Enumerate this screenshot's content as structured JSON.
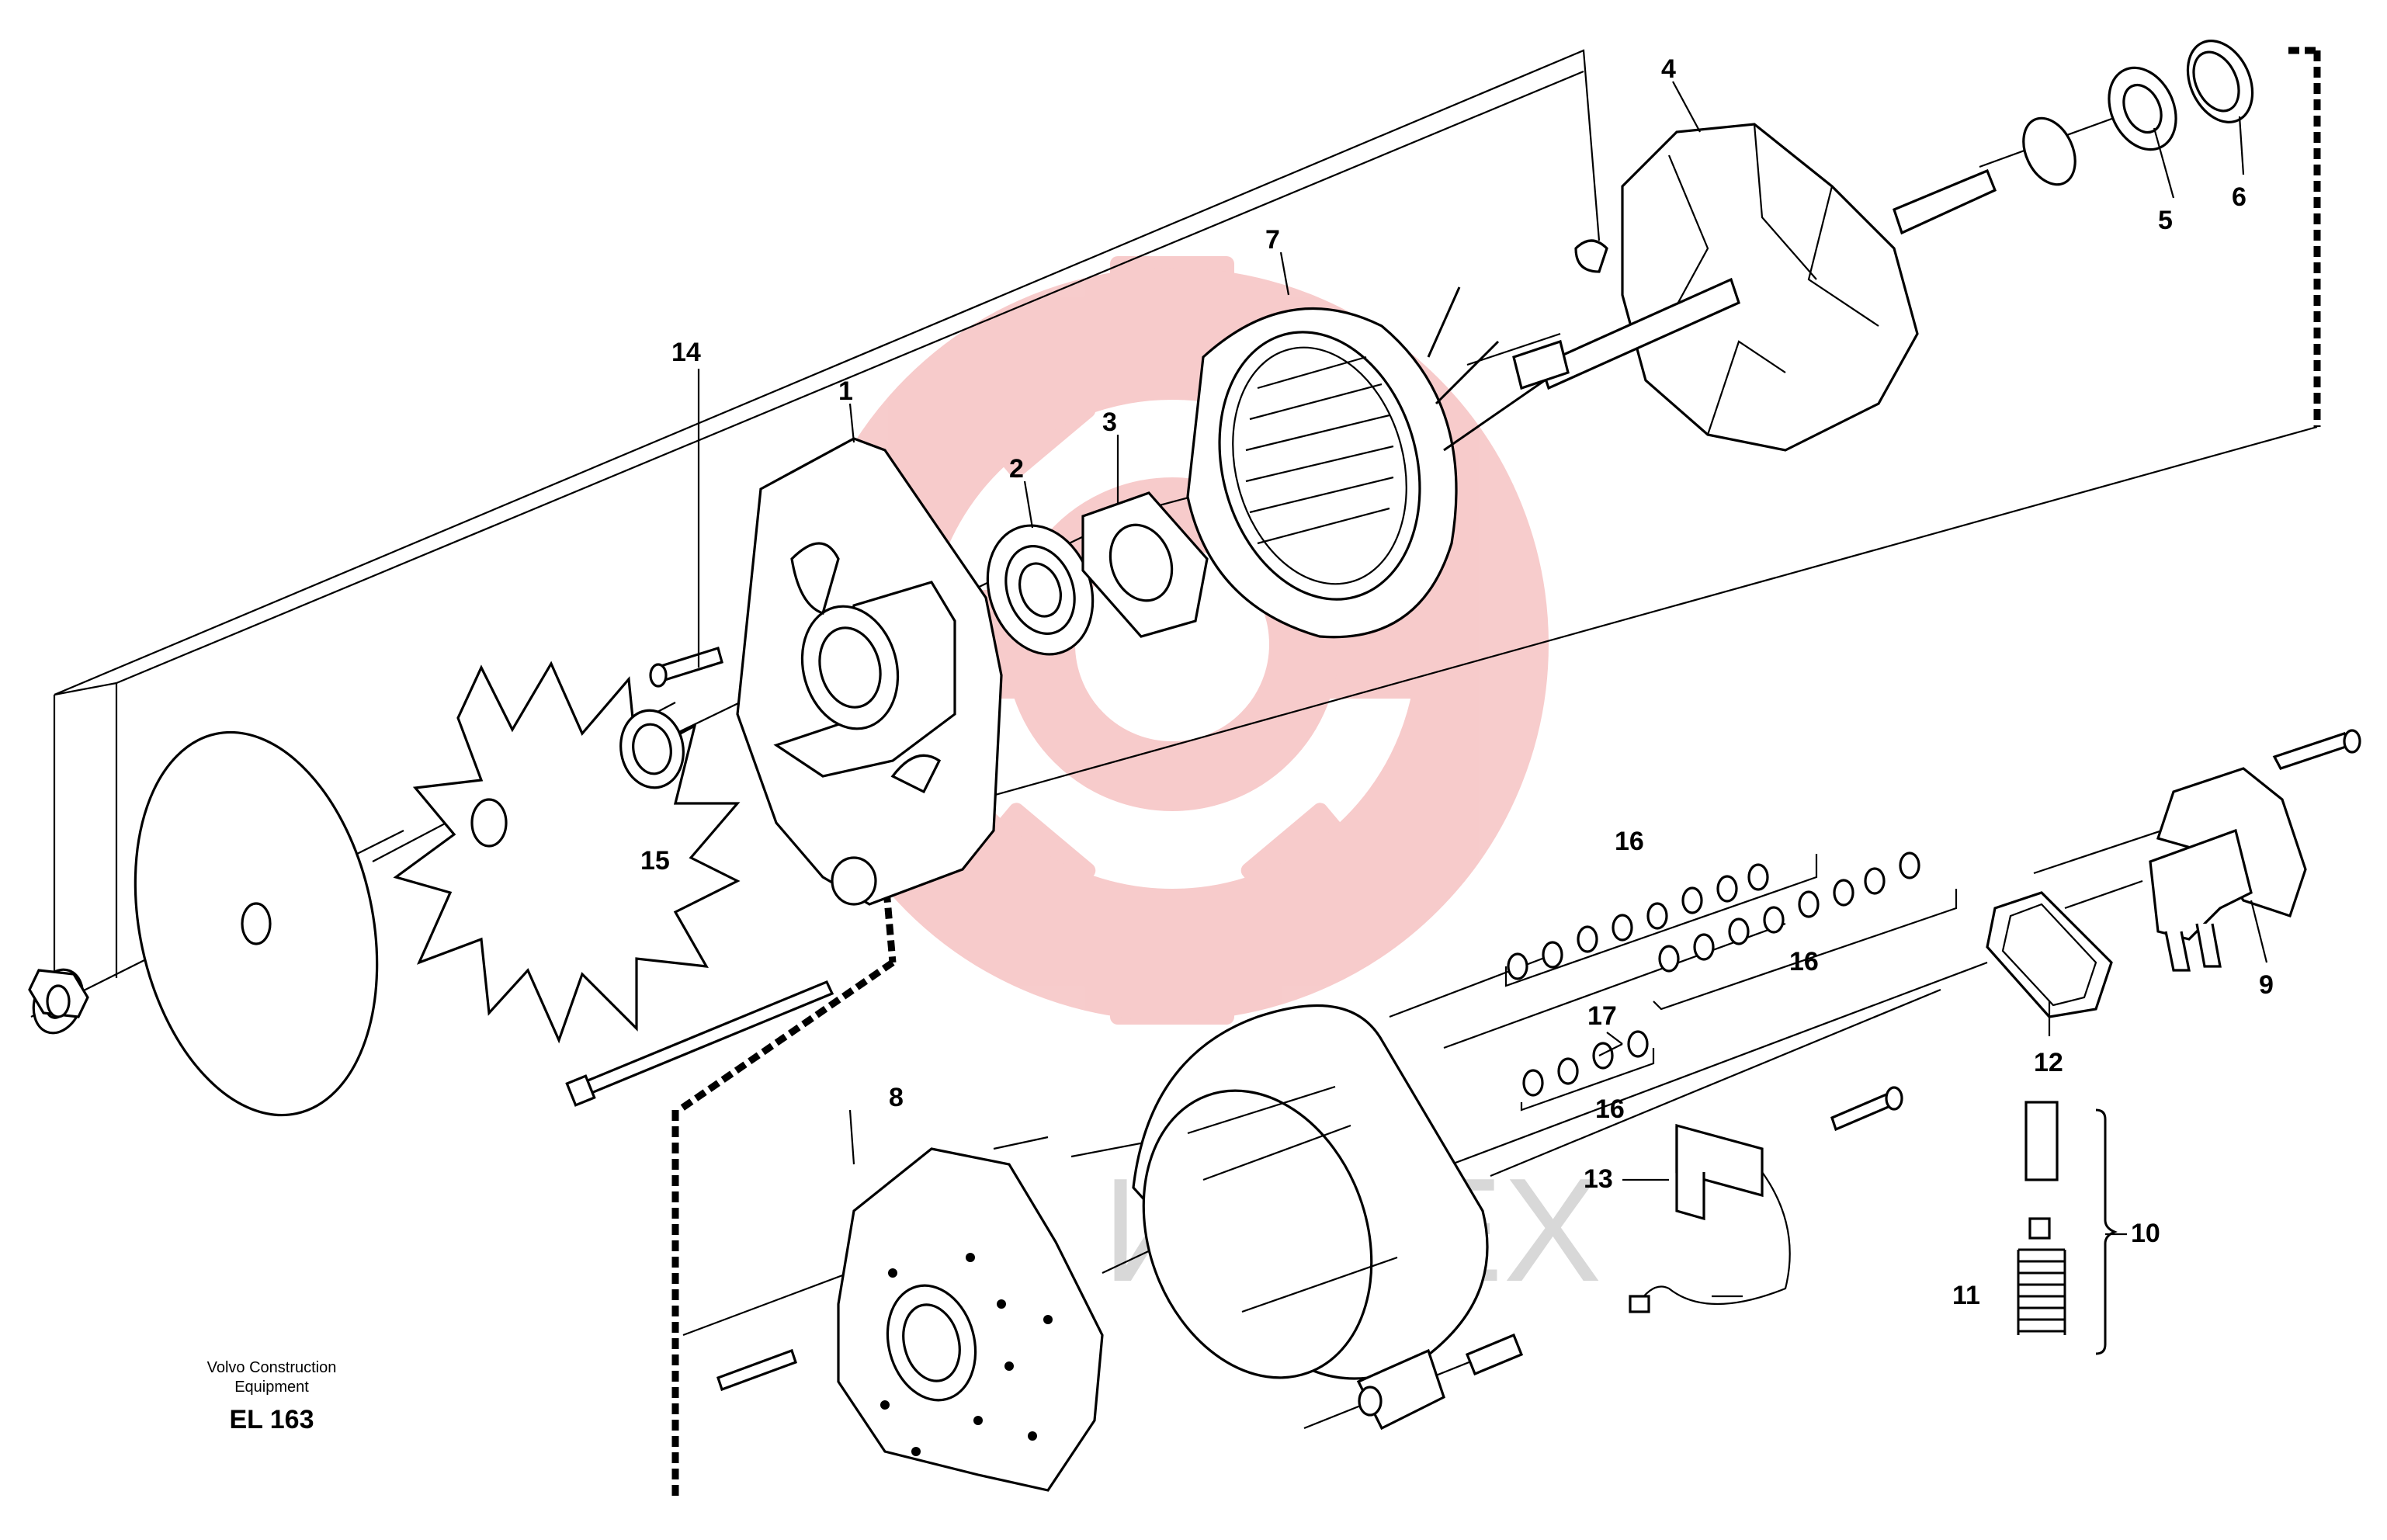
{
  "watermark": {
    "text": "ИНТЕХ",
    "gear_color": "#f7c9c9",
    "text_color": "#d8d8d8"
  },
  "callouts": [
    "1",
    "2",
    "3",
    "4",
    "5",
    "6",
    "7",
    "8",
    "9",
    "10",
    "11",
    "12",
    "13",
    "14",
    "15",
    "16",
    "16",
    "16",
    "17"
  ],
  "caption": {
    "maker": "Volvo Construction",
    "maker2": "Equipment",
    "code": "EL 163"
  }
}
